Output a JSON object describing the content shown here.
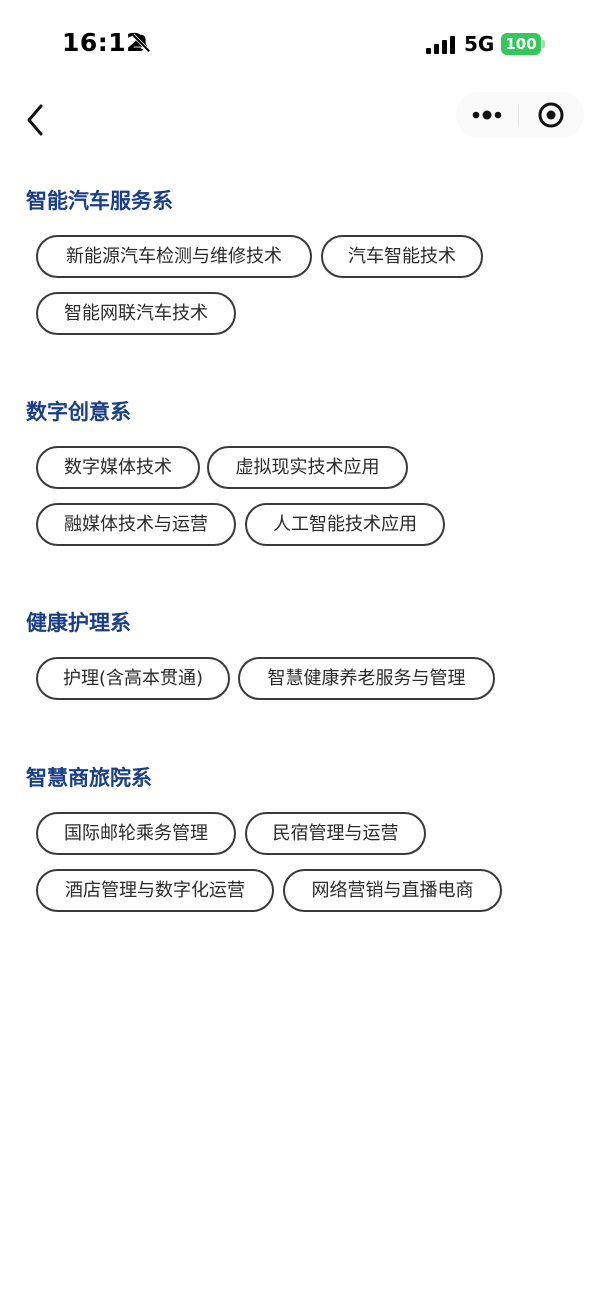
{
  "status_bar": {
    "time": "16:12",
    "network": "5G",
    "battery": "100",
    "colors": {
      "battery": "#34c759"
    },
    "icons": [
      "bell-slash-icon",
      "signal-icon"
    ]
  },
  "nav": {
    "icons": [
      "chevron-left-icon",
      "more-dots-icon",
      "target-circle-icon"
    ]
  },
  "departments": [
    {
      "title": "智能汽车服务系",
      "majors": [
        "新能源汽车检测与维修技术",
        "汽车智能技术",
        "智能网联汽车技术"
      ]
    },
    {
      "title": "数字创意系",
      "majors": [
        "数字媒体技术",
        "虚拟现实技术应用",
        "融媒体技术与运营",
        "人工智能技术应用"
      ]
    },
    {
      "title": "健康护理系",
      "majors": [
        "护理(含高本贯通)",
        "智慧健康养老服务与管理"
      ]
    },
    {
      "title": "智慧商旅院系",
      "majors": [
        "国际邮轮乘务管理",
        "民宿管理与运营",
        "酒店管理与数字化运营",
        "网络营销与直播电商"
      ]
    }
  ],
  "colors": {
    "section_title": "#1a3f87",
    "tag_border": "#3a3a3a"
  }
}
